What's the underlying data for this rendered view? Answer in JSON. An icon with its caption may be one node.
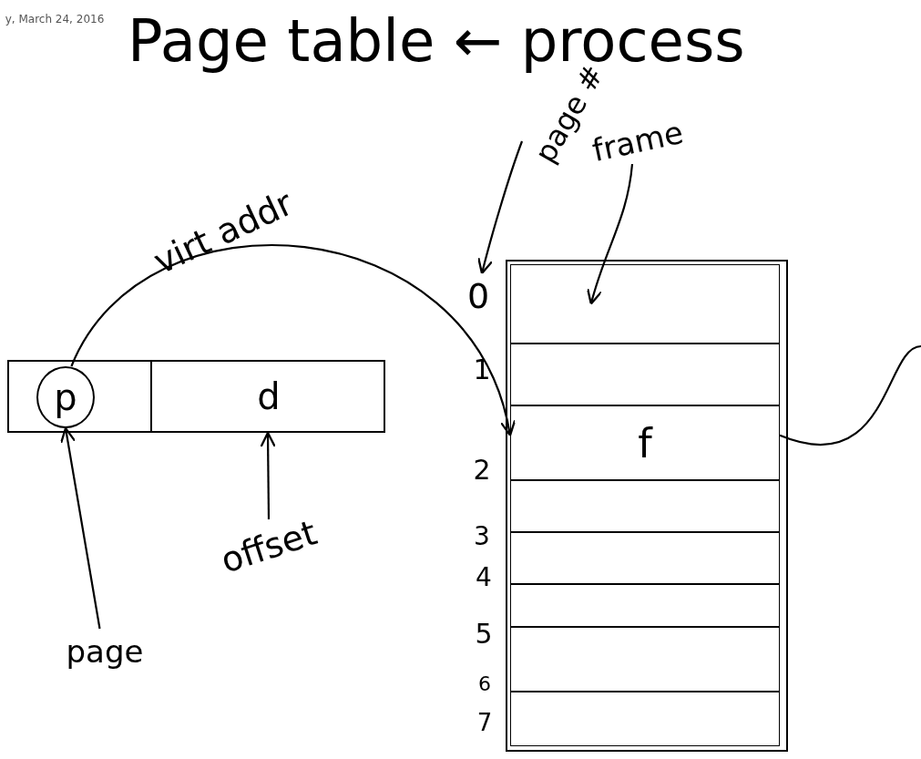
{
  "diagram": {
    "title": "Page table ← process",
    "nodes": [
      {
        "text": [],
        "shape": "box"
      },
      {
        "text": [
          "p"
        ],
        "in": 0
      },
      {
        "text": [
          "d"
        ],
        "in": 0
      },
      {
        "text": [
          "page"
        ]
      },
      {
        "text": [
          "offset"
        ]
      },
      {
        "text": [
          "page #"
        ]
      },
      {
        "text": [
          "0"
        ]
      },
      {
        "text": [
          "frame"
        ]
      },
      {
        "text": [],
        "shape": "box"
      },
      {
        "text": [],
        "shape": "box",
        "in": 8
      },
      {
        "text": [],
        "shape": "box",
        "in": 8
      },
      {
        "text": [
          "f"
        ],
        "in": 8
      },
      {
        "text": [],
        "shape": "box",
        "in": 8
      },
      {
        "text": [],
        "shape": "box",
        "in": 8
      },
      {
        "text": [],
        "shape": "box",
        "in": 8
      },
      {
        "text": [],
        "shape": "box",
        "in": 8
      },
      {
        "text": [],
        "shape": "box",
        "in": 8
      }
    ],
    "edges": [
      {
        "from": 3,
        "to": 1,
        "arrow": "to"
      },
      {
        "from": 4,
        "to": 2,
        "arrow": "to"
      },
      {
        "from": 5,
        "to": 6,
        "arrow": "to"
      },
      {
        "from": 7,
        "to": 9,
        "arrow": "to"
      },
      {
        "from": 1,
        "to": 11,
        "arrow": "to"
      },
      {
        "from": 11,
        "to": null,
        "arrow": "none"
      }
    ],
    "labels": [
      "y, March 24, 2016",
      "virt addr",
      "1",
      "2",
      "3",
      "4",
      "5",
      "6",
      "7"
    ]
  }
}
